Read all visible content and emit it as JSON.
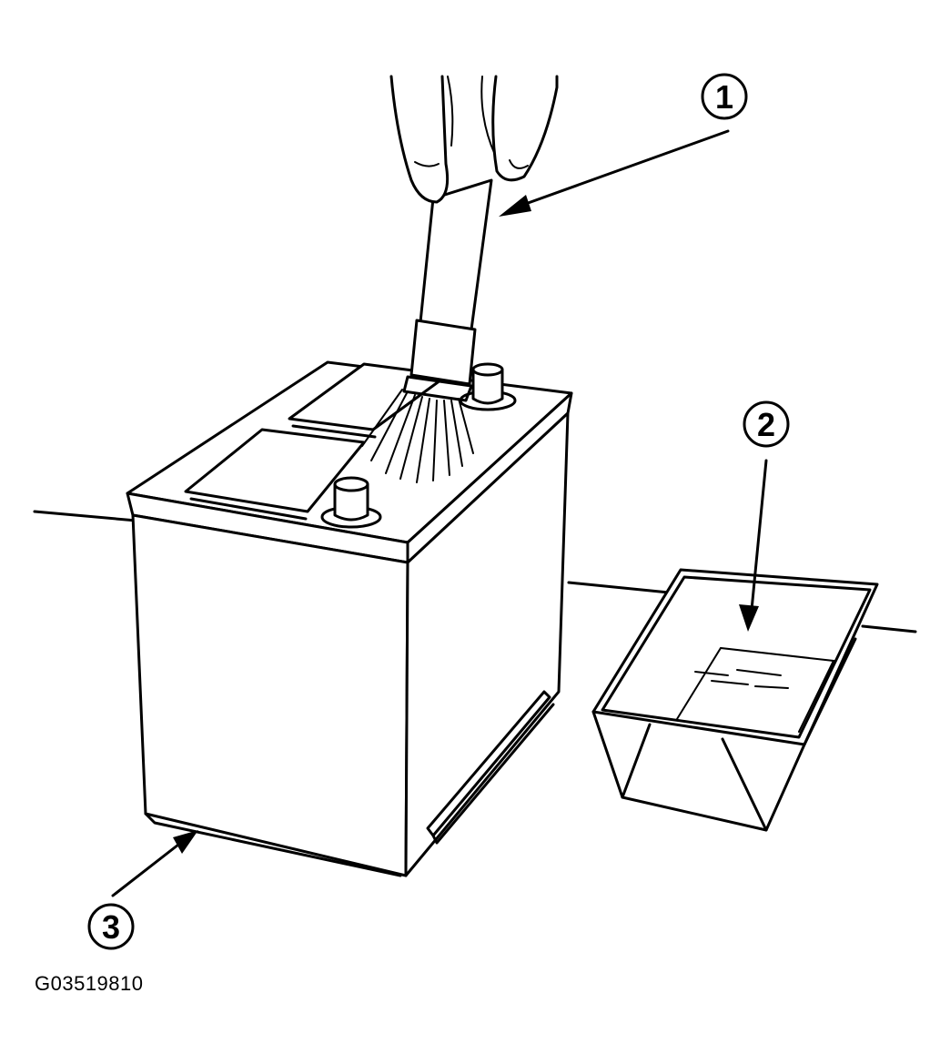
{
  "callouts": [
    {
      "number": "1",
      "target": "brush"
    },
    {
      "number": "2",
      "target": "tray"
    },
    {
      "number": "3",
      "target": "battery-base"
    }
  ],
  "figure_id": "G03519810",
  "colors": {
    "ink": "#000000",
    "paper": "#ffffff"
  }
}
